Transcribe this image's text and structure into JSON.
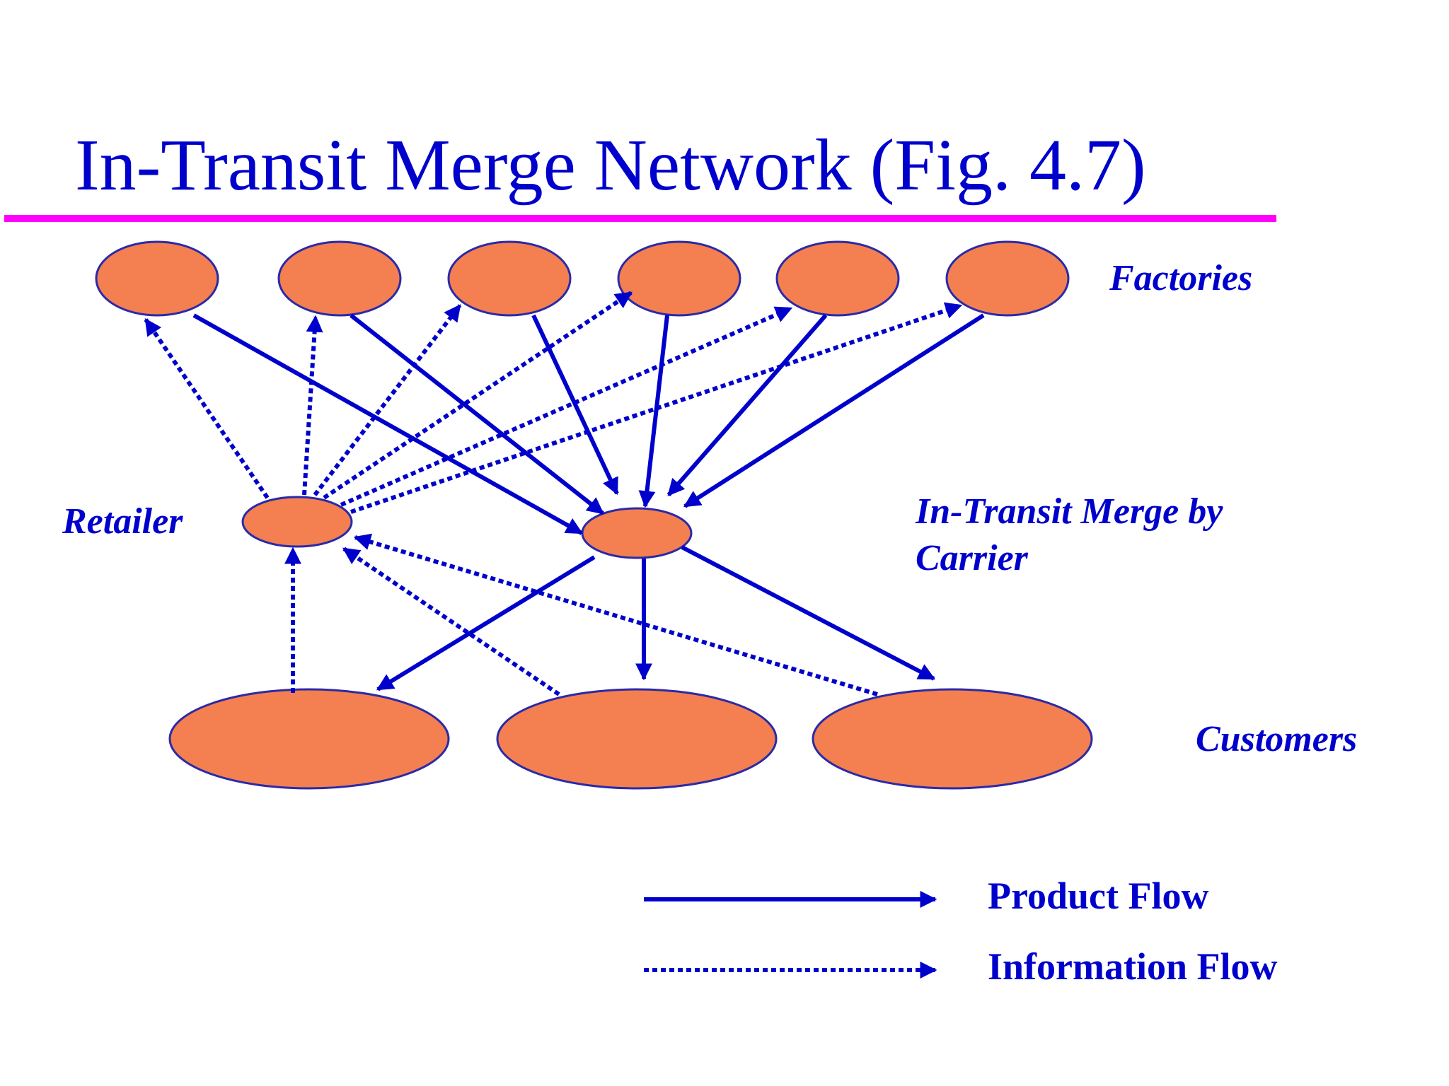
{
  "title": "In-Transit Merge Network (Fig. 4.7)",
  "labels": {
    "factories": "Factories",
    "retailer": "Retailer",
    "merge_line1": "In-Transit Merge by",
    "merge_line2": "Carrier",
    "customers": "Customers"
  },
  "legend": {
    "product_flow": "Product Flow",
    "information_flow": "Information Flow"
  },
  "colors": {
    "title_text": "#0000cc",
    "title_rule": "#ff00ff",
    "node_fill": "#f47f50",
    "node_stroke": "#2a2aa8",
    "arrow": "#0000cc"
  }
}
